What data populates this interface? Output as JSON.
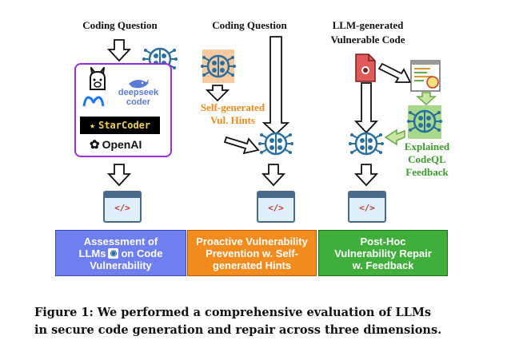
{
  "columns": {
    "col1": {
      "header": "Coding Question",
      "models": {
        "deepseek_line1": "deepseek",
        "deepseek_line2": "coder",
        "starcoder": "StarCoder",
        "openai": "OpenAI"
      },
      "output_tag": "</>",
      "result_line1": "Assessment of",
      "result_line2a": "LLMs",
      "result_line2b": "on Code",
      "result_line3": "Vulnerability",
      "result_color": "#6e7ff0"
    },
    "col2": {
      "header": "Coding Question",
      "hints_line1": "Self-generated",
      "hints_line2": "Vul. Hints",
      "output_tag": "</>",
      "result_line1": "Proactive Vulnerability",
      "result_line2": "Prevention w. Self-",
      "result_line3": "generated Hints",
      "result_color": "#f28c1e",
      "hint_text_color": "#ef8a1a"
    },
    "col3": {
      "header_line1": "LLM-generated",
      "header_line2": "Vulnerable Code",
      "feedback_line1": "Explained",
      "feedback_line2": "CodeQL",
      "feedback_line3": "Feedback",
      "output_tag": "</>",
      "result_line1": "Post-Hoc",
      "result_line2": "Vulnerability Repair",
      "result_line3": "w. Feedback",
      "result_color": "#3fae3a",
      "feedback_text_color": "#3a9a2a"
    }
  },
  "caption": {
    "line1": "Figure 1: We performed a comprehensive evaluation of LLMs",
    "line2": "in secure code generation and repair across three dimensions."
  }
}
